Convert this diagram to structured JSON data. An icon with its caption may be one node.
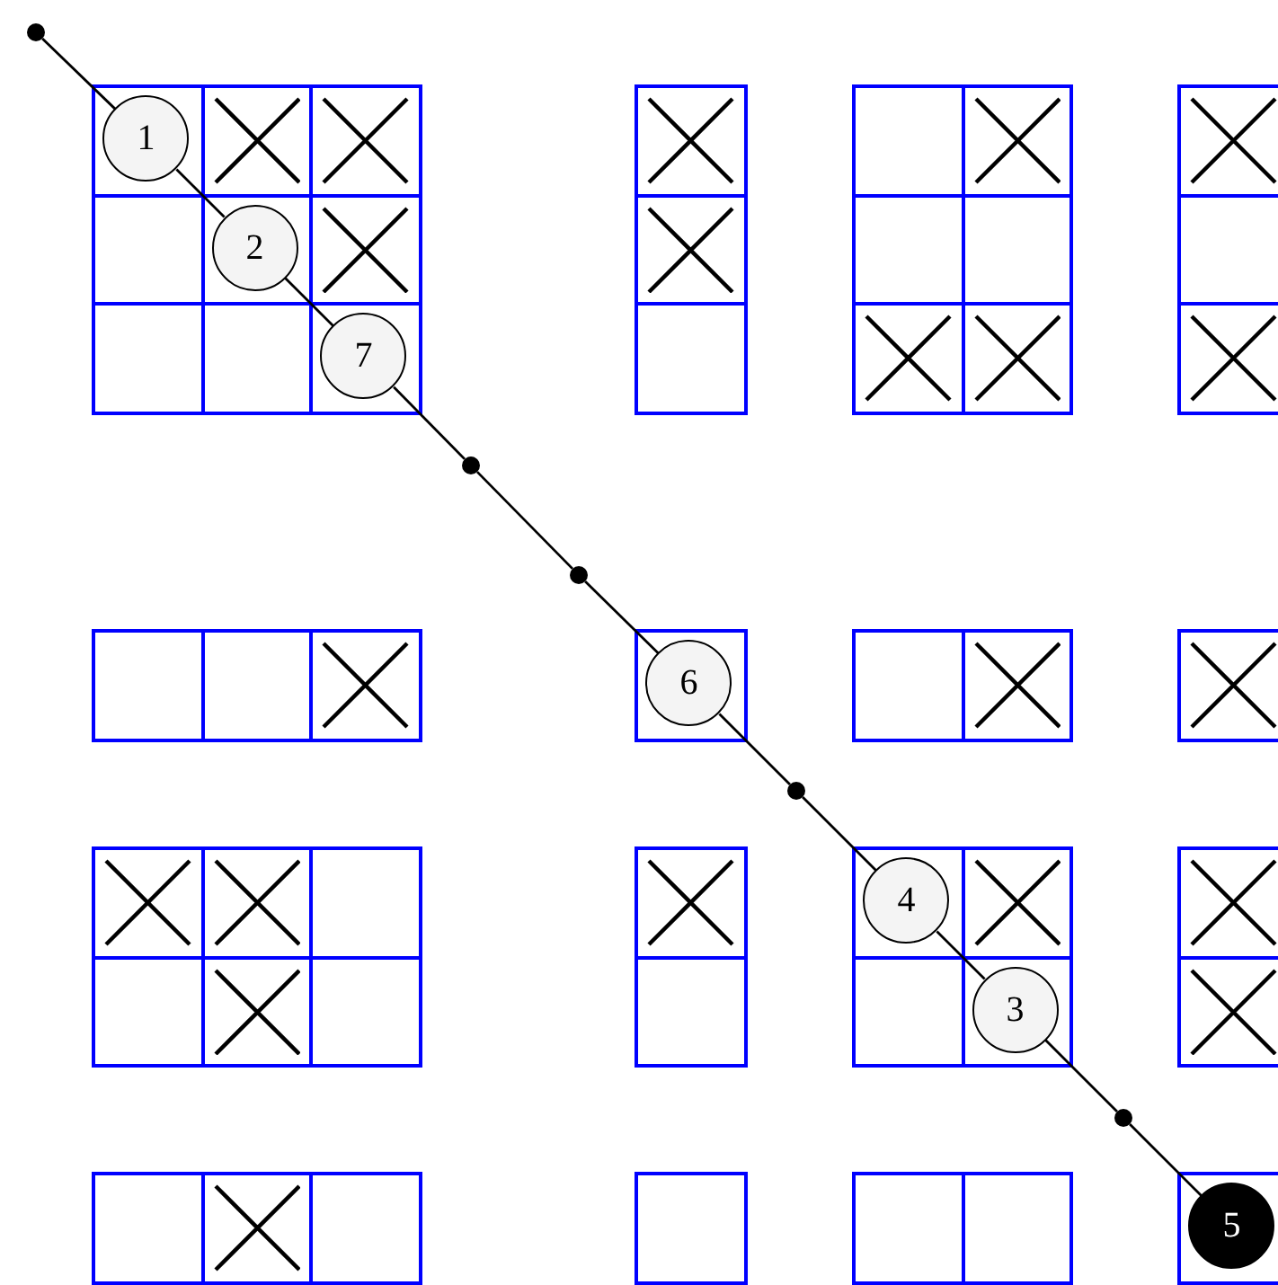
{
  "diagram": {
    "nodes": [
      {
        "text": [],
        "shape": "circle"
      },
      {
        "text": [
          "1"
        ]
      },
      {
        "text": [
          "2"
        ]
      },
      {
        "text": [
          "7"
        ]
      },
      {
        "text": [],
        "shape": "circle"
      },
      {
        "text": [],
        "shape": "circle"
      },
      {
        "text": [
          "6"
        ]
      },
      {
        "text": [],
        "shape": "circle"
      },
      {
        "text": [
          "4"
        ]
      },
      {
        "text": [
          "3"
        ]
      },
      {
        "text": [],
        "shape": "circle"
      },
      {
        "text": [
          "5"
        ]
      }
    ],
    "edges": [
      {
        "from": 0,
        "to": 1,
        "arrow": "none"
      },
      {
        "from": 1,
        "to": 2,
        "arrow": "none"
      },
      {
        "from": 2,
        "to": 3,
        "arrow": "none"
      },
      {
        "from": 3,
        "to": 4,
        "arrow": "none"
      },
      {
        "from": 4,
        "to": 5,
        "arrow": "none"
      },
      {
        "from": 5,
        "to": 6,
        "arrow": "none"
      },
      {
        "from": 6,
        "to": 7,
        "arrow": "none"
      },
      {
        "from": 7,
        "to": 8,
        "arrow": "none"
      },
      {
        "from": 8,
        "to": 9,
        "arrow": "none"
      },
      {
        "from": 9,
        "to": 10,
        "arrow": "none"
      },
      {
        "from": 10,
        "to": 11,
        "arrow": "none"
      }
    ]
  }
}
